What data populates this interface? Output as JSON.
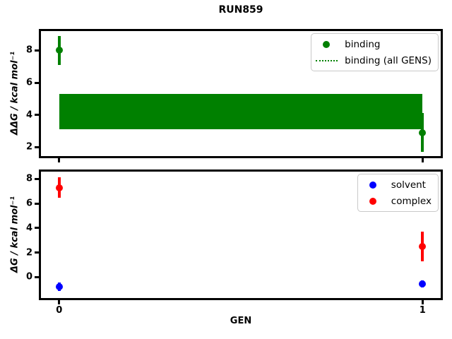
{
  "figure": {
    "title": "RUN859",
    "background": "#ffffff",
    "spine_color": "#000000",
    "legend_border_color": "#c9c9c9"
  },
  "chart_data": [
    {
      "id": "binding-subplot",
      "type": "scatter",
      "title": "RUN859",
      "ylabel": "ΔΔG / kcal mol⁻¹",
      "xlim": [
        -0.05,
        1.05
      ],
      "ylim": [
        1.45,
        9.2
      ],
      "xticks": [
        0,
        1
      ],
      "show_xtick_labels": false,
      "yticks": [
        2,
        4,
        6,
        8
      ],
      "grid": false,
      "series": [
        {
          "name": "binding",
          "color": "#008000",
          "x": [
            0,
            1
          ],
          "y": [
            8.0,
            2.9
          ],
          "yerr": [
            0.9,
            1.2
          ]
        }
      ],
      "band": {
        "name": "binding (all GENS)",
        "color": "#008000",
        "x": [
          0,
          1
        ],
        "y_low": 3.1,
        "y_high": 5.3
      },
      "legend": {
        "position": "upper right",
        "entries": [
          {
            "label": "binding",
            "glyph": "dot",
            "color": "#008000"
          },
          {
            "label": "binding (all GENS)",
            "glyph": "dotted-line",
            "color": "#008000"
          }
        ]
      }
    },
    {
      "id": "free-energy-subplot",
      "type": "scatter",
      "xlabel": "GEN",
      "ylabel": "ΔG / kcal mol⁻¹",
      "xlim": [
        -0.05,
        1.05
      ],
      "ylim": [
        -1.7,
        8.6
      ],
      "xticks": [
        0,
        1
      ],
      "show_xtick_labels": true,
      "yticks": [
        0,
        2,
        4,
        6,
        8
      ],
      "grid": false,
      "series": [
        {
          "name": "solvent",
          "color": "#0000ff",
          "x": [
            0,
            1
          ],
          "y": [
            -0.77,
            -0.55
          ],
          "yerr": [
            0.35,
            0.3
          ]
        },
        {
          "name": "complex",
          "color": "#ff0000",
          "x": [
            0,
            1
          ],
          "y": [
            7.3,
            2.5
          ],
          "yerr": [
            0.85,
            1.2
          ]
        }
      ],
      "legend": {
        "position": "upper right",
        "entries": [
          {
            "label": "solvent",
            "glyph": "dot",
            "color": "#0000ff"
          },
          {
            "label": "complex",
            "glyph": "dot",
            "color": "#ff0000"
          }
        ]
      }
    }
  ]
}
